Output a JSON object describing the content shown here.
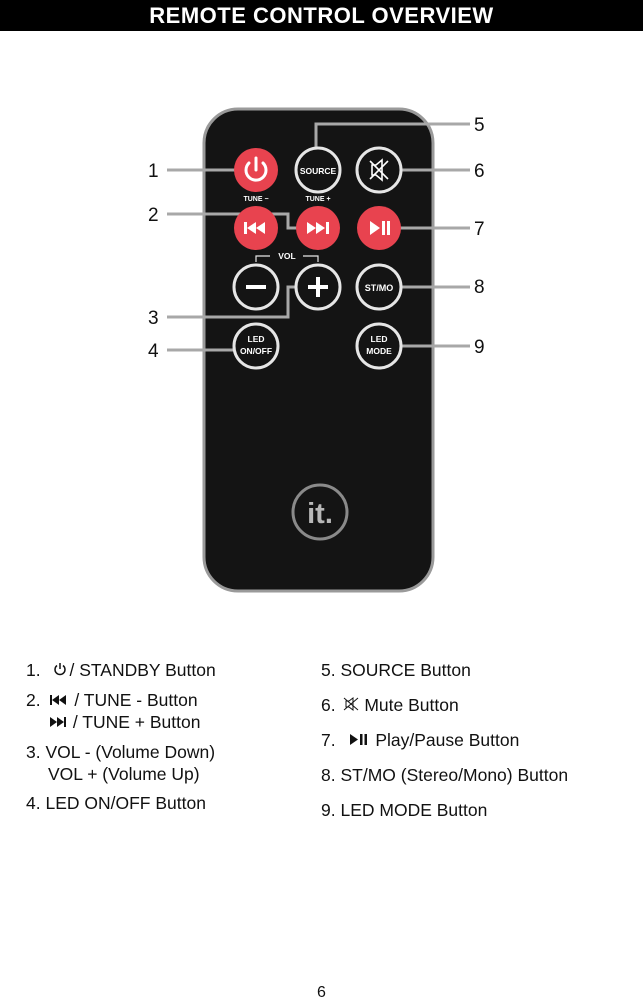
{
  "header": {
    "title": "REMOTE CONTROL OVERVIEW"
  },
  "remote": {
    "btn_source": "SOURCE",
    "tune_minus": "TUNE −",
    "tune_plus": "TUNE +",
    "vol": "VOL",
    "btn_stmo": "ST/MO",
    "led_onoff_1": "LED",
    "led_onoff_2": "ON/OFF",
    "led_mode_1": "LED",
    "led_mode_2": "MODE",
    "logo": "it."
  },
  "callouts": [
    "1",
    "2",
    "3",
    "4",
    "5",
    "6",
    "7",
    "8",
    "9"
  ],
  "legend": {
    "n1": "1.",
    "t1": "/ STANDBY Button",
    "n2": "2.",
    "t2a": "/ TUNE - Button",
    "t2b": "/ TUNE + Button",
    "n3": "3.",
    "t3a": "VOL - (Volume Down)",
    "t3b": "VOL + (Volume Up)",
    "n4": "4.",
    "t4": "LED ON/OFF Button",
    "n5": "5.",
    "t5": "SOURCE Button",
    "n6": "6.",
    "t6": "Mute Button",
    "n7": "7.",
    "t7": "Play/Pause Button",
    "n8": "8.",
    "t8": "ST/MO (Stereo/Mono) Button",
    "n9": "9.",
    "t9": "LED MODE Button"
  },
  "page_number": "6",
  "colors": {
    "red": "#e8434f",
    "remote_body": "#141414",
    "line_gray": "#a8a8a8"
  }
}
